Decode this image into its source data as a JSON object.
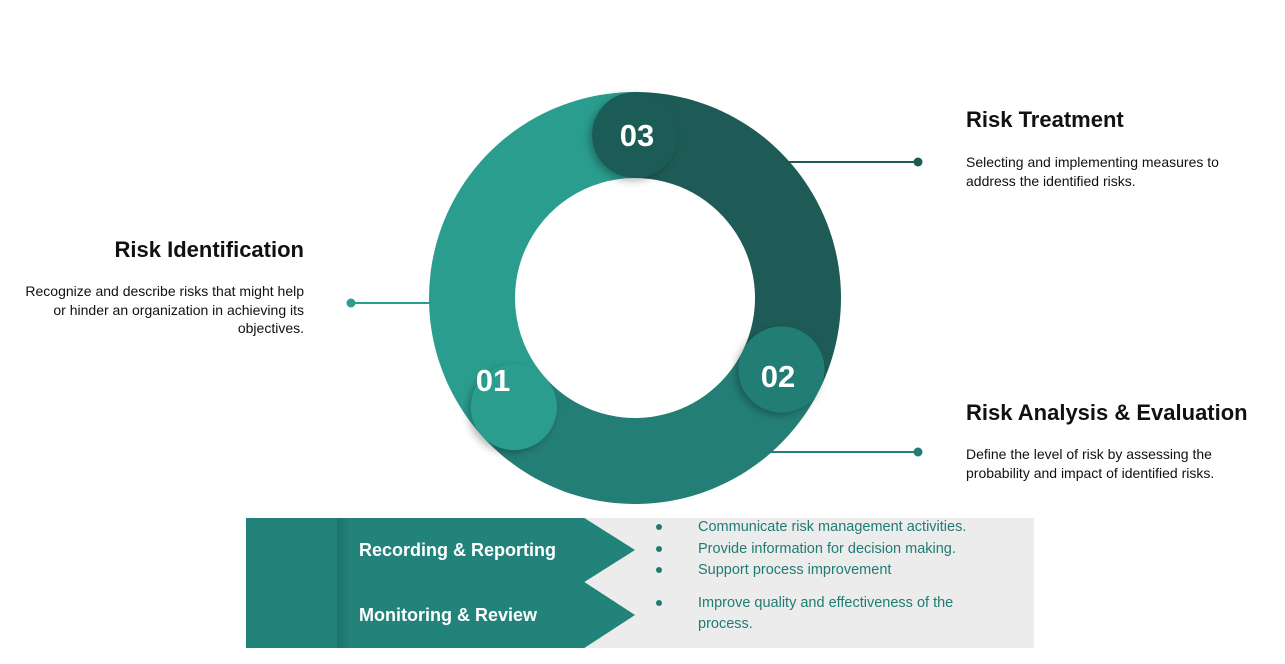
{
  "colors": {
    "stage_1": "#2a9d8f",
    "stage_2": "#237e75",
    "stage_3": "#1e5b56",
    "connector": "#1f7c73",
    "band_fill": "#22837a",
    "bullet_bg": "#ececec",
    "bullet_text": "#1f7c73"
  },
  "stages": [
    {
      "number": "01",
      "title": "Risk Identification",
      "description": "Recognize and describe risks that might help or hinder an organization in achieving its objectives."
    },
    {
      "number": "02",
      "title": "Risk Analysis & Evaluation",
      "description": "Define the level of risk by assessing the probability and impact of identified risks."
    },
    {
      "number": "03",
      "title": "Risk Treatment",
      "description": "Selecting and implementing measures to address the identified risks."
    }
  ],
  "bands": [
    {
      "label": "Recording & Reporting",
      "bullets": [
        "Communicate risk management activities.",
        "Provide information for decision making.",
        "Support process improvement"
      ]
    },
    {
      "label": "Monitoring & Review",
      "bullets": [
        "Improve quality and effectiveness of the process."
      ]
    }
  ]
}
